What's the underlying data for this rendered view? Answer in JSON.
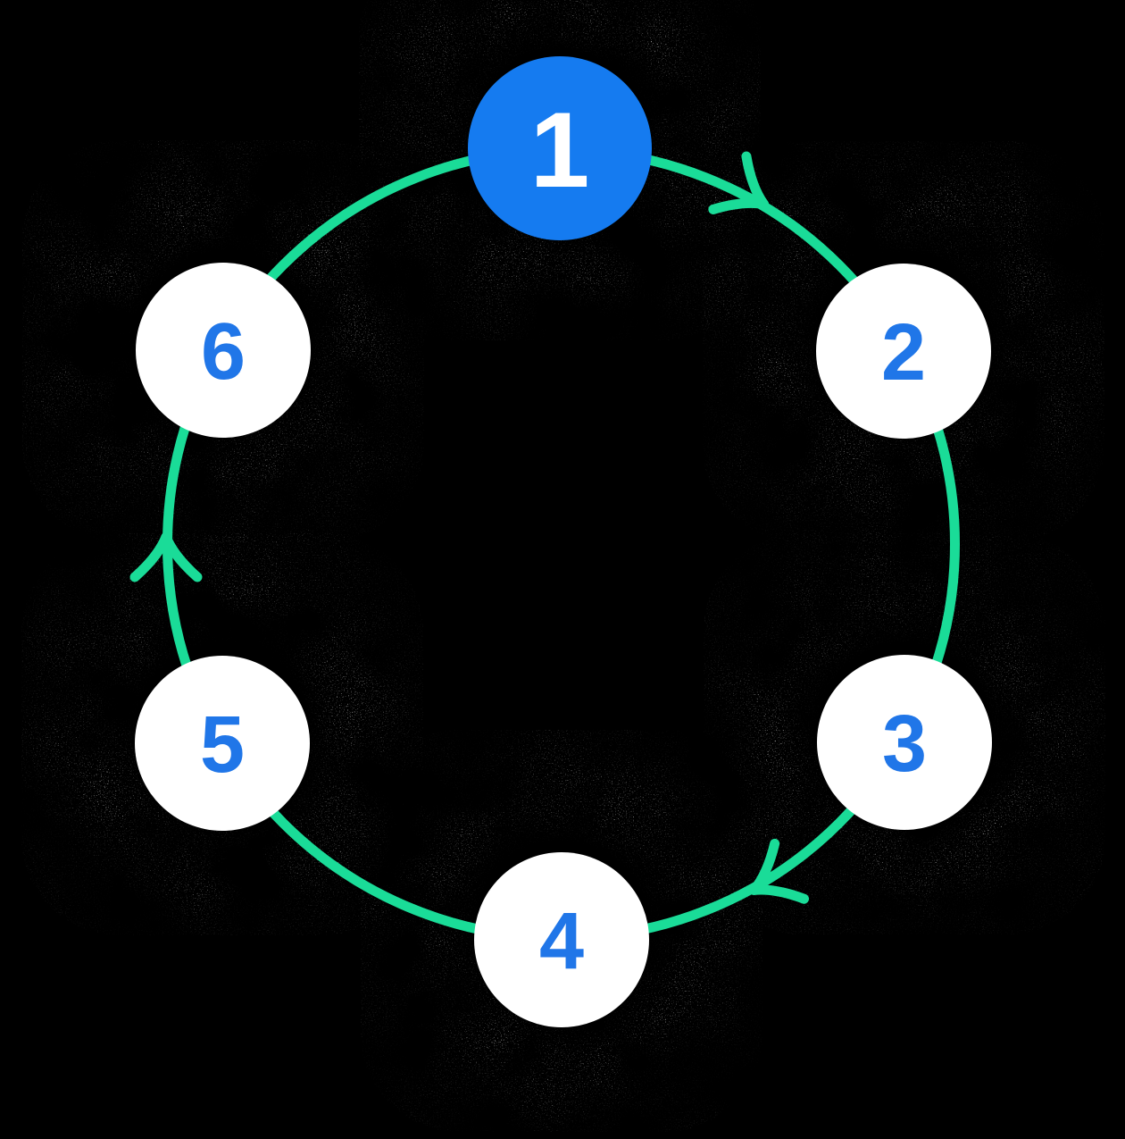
{
  "diagram": {
    "type": "cycle",
    "flow_direction": "clockwise",
    "colors": {
      "background": "#000000",
      "ring": "#1adc98",
      "node_fill": "#ffffff",
      "active_node_fill": "#157bf0",
      "digit": "#2076e8",
      "active_digit": "#ffffff"
    },
    "nodes": [
      {
        "label": "1",
        "active": true
      },
      {
        "label": "2",
        "active": false
      },
      {
        "label": "3",
        "active": false
      },
      {
        "label": "4",
        "active": false
      },
      {
        "label": "5",
        "active": false
      },
      {
        "label": "6",
        "active": false
      }
    ],
    "arrows": [
      {
        "from": "1",
        "to": "2"
      },
      {
        "from": "3",
        "to": "4"
      },
      {
        "from": "5",
        "to": "6"
      }
    ]
  }
}
